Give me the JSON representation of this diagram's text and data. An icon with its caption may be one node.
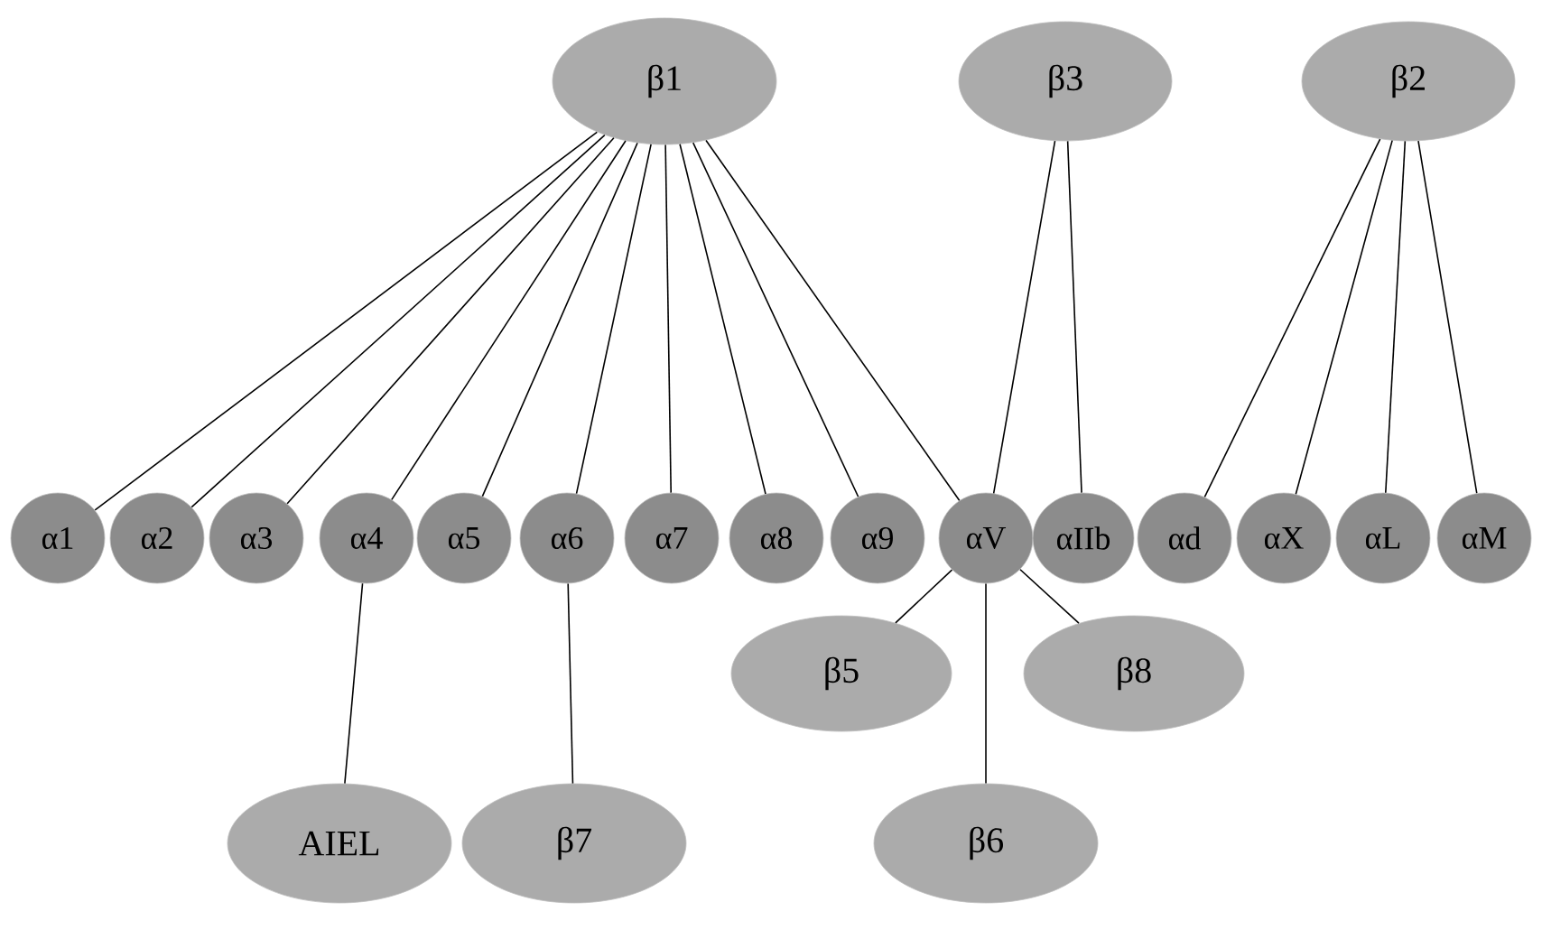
{
  "diagram": {
    "nodes": [
      {
        "text": [
          "β1"
        ]
      },
      {
        "text": [
          "β3"
        ]
      },
      {
        "text": [
          "β2"
        ]
      },
      {
        "text": [
          "α1"
        ]
      },
      {
        "text": [
          "α2"
        ]
      },
      {
        "text": [
          "α3"
        ]
      },
      {
        "text": [
          "α4"
        ]
      },
      {
        "text": [
          "α5"
        ]
      },
      {
        "text": [
          "α6"
        ]
      },
      {
        "text": [
          "α7"
        ]
      },
      {
        "text": [
          "α8"
        ]
      },
      {
        "text": [
          "α9"
        ]
      },
      {
        "text": [
          "αV"
        ]
      },
      {
        "text": [
          "αIIb"
        ]
      },
      {
        "text": [
          "αd"
        ]
      },
      {
        "text": [
          "αX"
        ]
      },
      {
        "text": [
          "αL"
        ]
      },
      {
        "text": [
          "αM"
        ]
      },
      {
        "text": [
          "β5"
        ]
      },
      {
        "text": [
          "β8"
        ]
      },
      {
        "text": [
          "AIEL"
        ]
      },
      {
        "text": [
          "β7"
        ]
      },
      {
        "text": [
          "β6"
        ]
      }
    ],
    "edges": [
      {
        "from": 0,
        "to": 3,
        "arrow": "none"
      },
      {
        "from": 0,
        "to": 4,
        "arrow": "none"
      },
      {
        "from": 0,
        "to": 5,
        "arrow": "none"
      },
      {
        "from": 0,
        "to": 6,
        "arrow": "none"
      },
      {
        "from": 0,
        "to": 7,
        "arrow": "none"
      },
      {
        "from": 0,
        "to": 8,
        "arrow": "none"
      },
      {
        "from": 0,
        "to": 9,
        "arrow": "none"
      },
      {
        "from": 0,
        "to": 10,
        "arrow": "none"
      },
      {
        "from": 0,
        "to": 11,
        "arrow": "none"
      },
      {
        "from": 0,
        "to": 12,
        "arrow": "none"
      },
      {
        "from": 1,
        "to": 12,
        "arrow": "none"
      },
      {
        "from": 1,
        "to": 13,
        "arrow": "none"
      },
      {
        "from": 2,
        "to": 14,
        "arrow": "none"
      },
      {
        "from": 2,
        "to": 15,
        "arrow": "none"
      },
      {
        "from": 2,
        "to": 16,
        "arrow": "none"
      },
      {
        "from": 2,
        "to": 17,
        "arrow": "none"
      },
      {
        "from": 6,
        "to": 20,
        "arrow": "none"
      },
      {
        "from": 8,
        "to": 21,
        "arrow": "none"
      },
      {
        "from": 12,
        "to": 18,
        "arrow": "none"
      },
      {
        "from": 12,
        "to": 19,
        "arrow": "none"
      },
      {
        "from": 12,
        "to": 22,
        "arrow": "none"
      }
    ]
  }
}
